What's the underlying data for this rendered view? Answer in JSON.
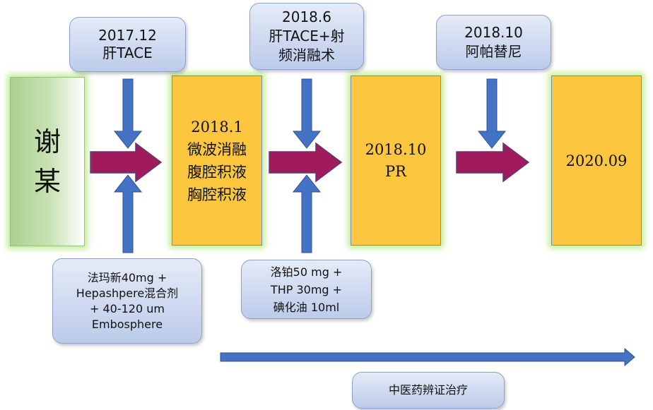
{
  "patient": {
    "name": "谢某"
  },
  "stages": [
    {
      "text": "2018.1\n微波消融\n腹腔积液\n胸腔积液"
    },
    {
      "text": "2018.10\nPR"
    },
    {
      "text": "2020.09"
    }
  ],
  "top_events": [
    {
      "text": "2017.12\n肝TACE"
    },
    {
      "text": "2018.6\n肝TACE+射\n频消融术"
    },
    {
      "text": "2018.10\n阿帕替尼"
    }
  ],
  "bottom_regimens": [
    {
      "text": "法玛新40mg +\nHepashpere混合剂\n+ 40-120 um\nEmbosphere"
    },
    {
      "text": "洛铂50 mg +\nTHP 30mg +\n碘化油 10ml"
    }
  ],
  "tcm": {
    "text": "中医药辨证治疗"
  },
  "colors": {
    "stage_fill": "#fcc73f",
    "patient_fill": "#a9d18e",
    "callout_fill": "#c7d3ee",
    "flow_arrow": "#a01a5c",
    "event_arrow": "#4472c4"
  }
}
